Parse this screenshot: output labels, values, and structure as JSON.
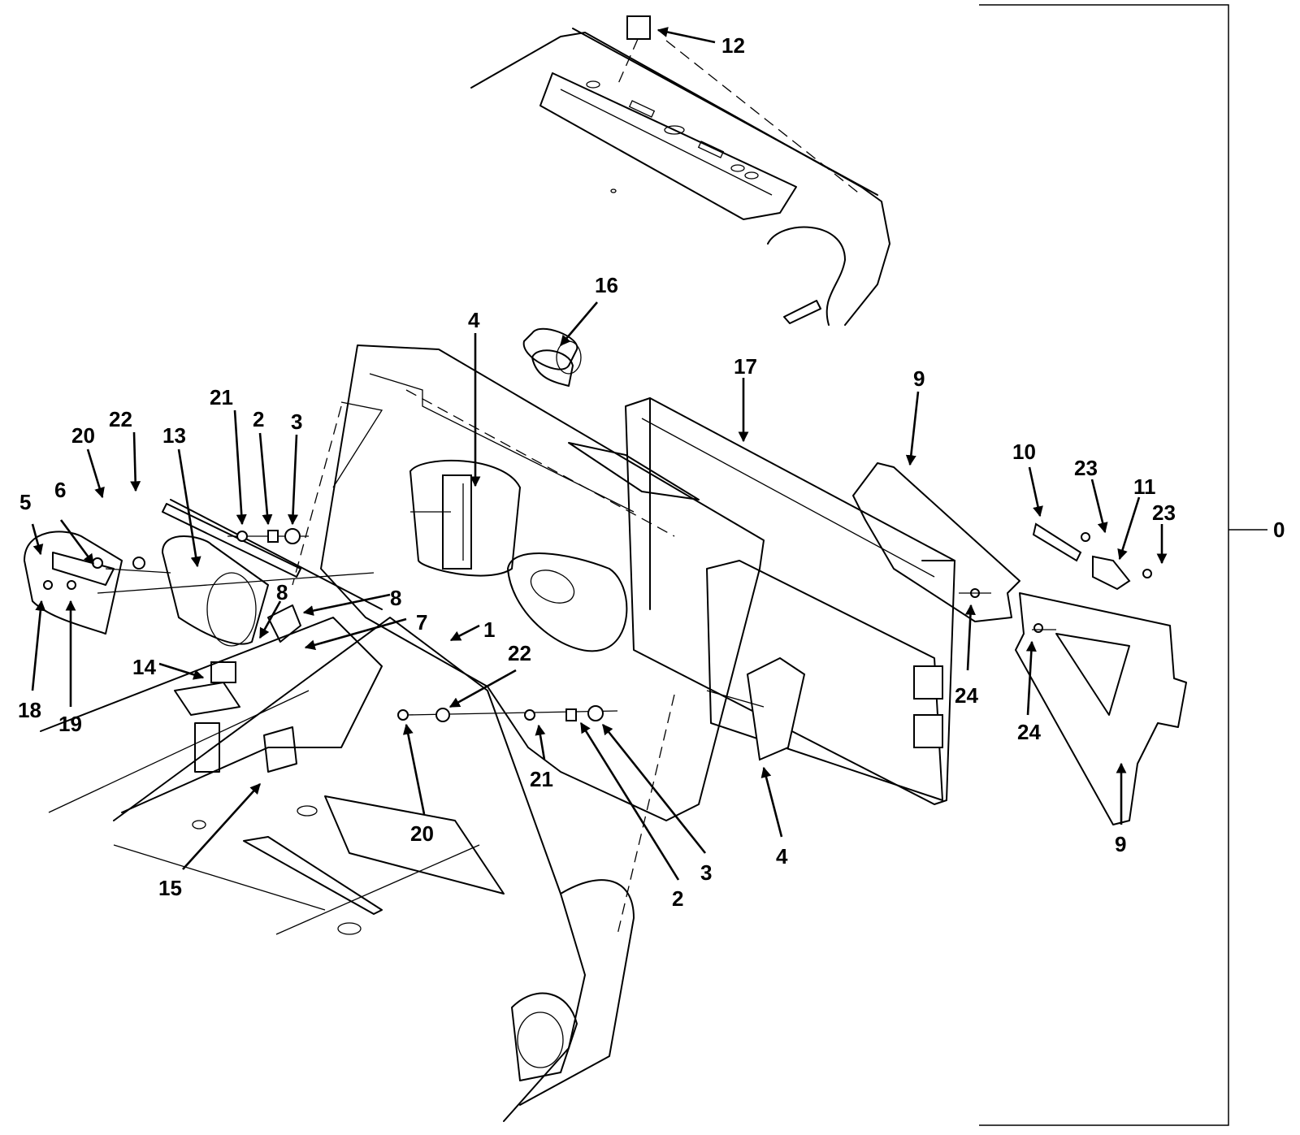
{
  "diagram": {
    "type": "exploded-parts-illustration",
    "assembly_callout": "0",
    "callouts": [
      {
        "id": "c12",
        "label": "12"
      },
      {
        "id": "c16",
        "label": "16"
      },
      {
        "id": "c4a",
        "label": "4"
      },
      {
        "id": "c17",
        "label": "17"
      },
      {
        "id": "c9a",
        "label": "9"
      },
      {
        "id": "c10",
        "label": "10"
      },
      {
        "id": "c23a",
        "label": "23"
      },
      {
        "id": "c11",
        "label": "11"
      },
      {
        "id": "c23b",
        "label": "23"
      },
      {
        "id": "c20a",
        "label": "20"
      },
      {
        "id": "c22a",
        "label": "22"
      },
      {
        "id": "c13",
        "label": "13"
      },
      {
        "id": "c21a",
        "label": "21"
      },
      {
        "id": "c2a",
        "label": "2"
      },
      {
        "id": "c3a",
        "label": "3"
      },
      {
        "id": "c5",
        "label": "5"
      },
      {
        "id": "c6",
        "label": "6"
      },
      {
        "id": "c8a",
        "label": "8"
      },
      {
        "id": "c8b",
        "label": "8"
      },
      {
        "id": "c7",
        "label": "7"
      },
      {
        "id": "c1",
        "label": "1"
      },
      {
        "id": "c22b",
        "label": "22"
      },
      {
        "id": "c14",
        "label": "14"
      },
      {
        "id": "c18",
        "label": "18"
      },
      {
        "id": "c19",
        "label": "19"
      },
      {
        "id": "c24a",
        "label": "24"
      },
      {
        "id": "c24b",
        "label": "24"
      },
      {
        "id": "c21b",
        "label": "21"
      },
      {
        "id": "c20b",
        "label": "20"
      },
      {
        "id": "c3b",
        "label": "3"
      },
      {
        "id": "c2b",
        "label": "2"
      },
      {
        "id": "c4b",
        "label": "4"
      },
      {
        "id": "c9b",
        "label": "9"
      },
      {
        "id": "c15",
        "label": "15"
      }
    ]
  }
}
